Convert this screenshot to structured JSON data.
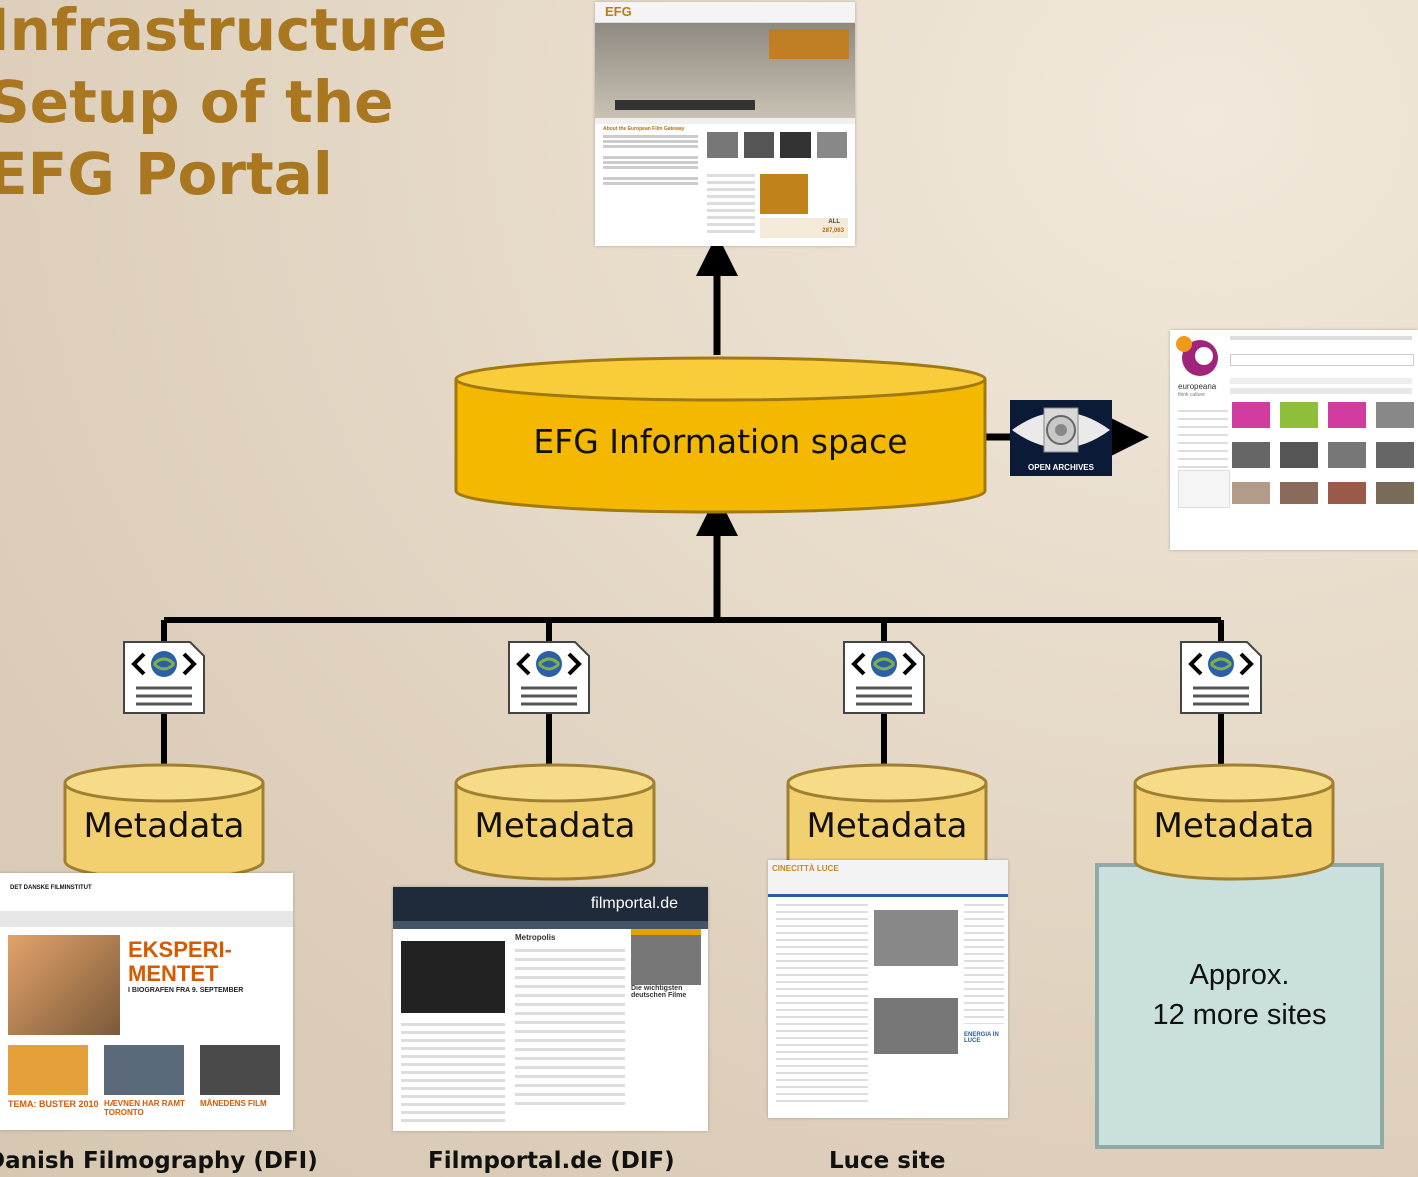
{
  "title": {
    "line1": "Infrastructure",
    "line2": "Setup of the",
    "line3": "EFG Portal"
  },
  "hub": {
    "label": "EFG Information space"
  },
  "oai": {
    "label": "OPEN ARCHIVES"
  },
  "sources": [
    {
      "label": "Metadata",
      "caption": "Danish Filmography (DFI)"
    },
    {
      "label": "Metadata",
      "caption": "Filmportal.de (DIF)"
    },
    {
      "label": "Metadata",
      "caption": "Luce site"
    },
    {
      "label": "Metadata",
      "caption": ""
    }
  ],
  "more_sites": {
    "line1": "Approx.",
    "line2": "12 more sites"
  },
  "screenshots": {
    "efg": {
      "logo": "EFG",
      "headline": "About the European Film Gateway",
      "stat_label": "ALL",
      "stat_value": "287,063"
    },
    "europeana": {
      "logo": "europeana",
      "sub": "think culture"
    },
    "dfi": {
      "logo": "DET DANSKE FILMINSTITUT",
      "headline1": "EKSPERI-",
      "headline2": "MENTET",
      "sub": "I BIOGRAFEN FRA 9. SEPTEMBER",
      "row1": "TEMA: BUSTER 2010",
      "row2": "HÆVNEN HAR RAMT TORONTO",
      "row3": "MÅNEDENS FILM"
    },
    "filmportal": {
      "logo": "filmportal.de",
      "film": "Metropolis",
      "box": "Die wichtigsten deutschen Filme"
    },
    "luce": {
      "logo": "CINECITTÀ LUCE",
      "box": "ENERGIA IN LUCE"
    }
  },
  "colors": {
    "title": "#a8771f",
    "hub_fill": "#f5b800",
    "metadata_fill": "#f2d070",
    "more_box_fill": "#c9e0dc",
    "more_box_border": "#8ea9a6",
    "background": "#e6dac8"
  },
  "icons": {
    "source_node": "xml-globe-document-icon",
    "harvest": "oai-eye-icon"
  }
}
